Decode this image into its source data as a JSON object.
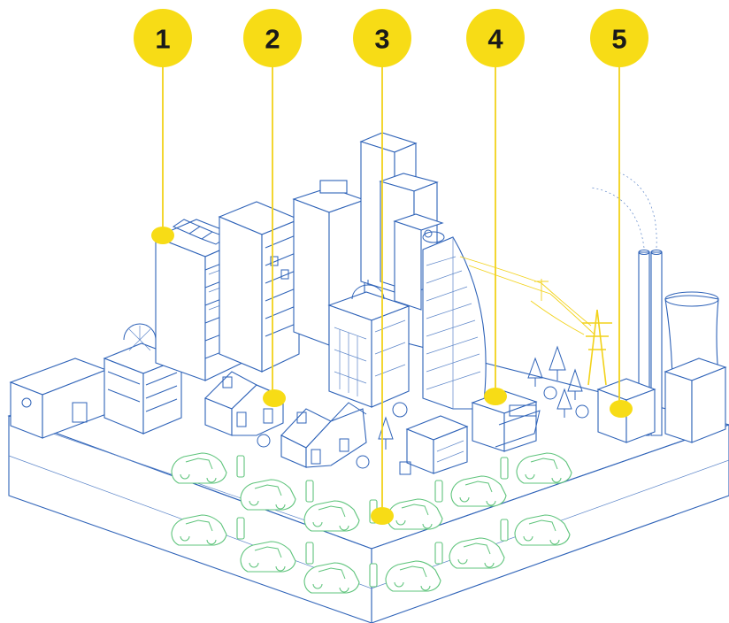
{
  "callouts": [
    {
      "number": "1"
    },
    {
      "number": "2"
    },
    {
      "number": "3"
    },
    {
      "number": "4"
    },
    {
      "number": "5"
    }
  ],
  "colors": {
    "callout_fill": "#f7dc16",
    "callout_text": "#1a1a1a",
    "building_line": "#2f63b8",
    "vehicle_line": "#5fc47c",
    "power_line": "#f2d21a"
  }
}
